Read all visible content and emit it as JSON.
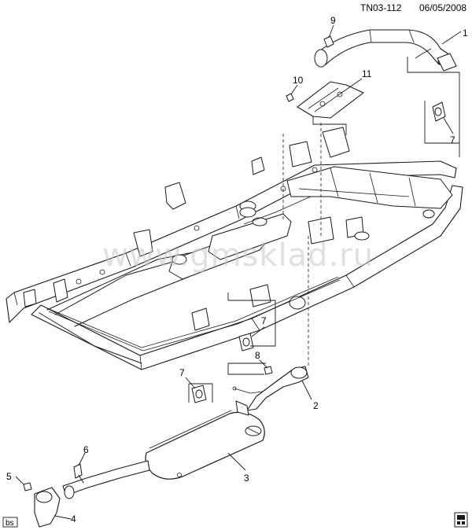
{
  "header": {
    "drawing_id": "TN03-112",
    "date": "06/05/2008"
  },
  "watermark": "www.gmsklad.ru",
  "corner_tag": "bs",
  "callouts": [
    "1",
    "2",
    "3",
    "4",
    "5",
    "6",
    "7",
    "7",
    "7",
    "8",
    "9",
    "10",
    "11"
  ],
  "colors": {
    "ink": "#1a1a1a",
    "watermark": "#c8c8c8"
  },
  "icons": {
    "corner": "vehicle-icon"
  }
}
